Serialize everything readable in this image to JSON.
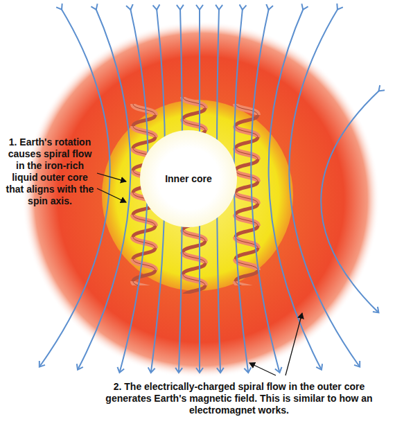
{
  "diagram": {
    "nodes": [
      {
        "text": [
          "Inner core"
        ]
      }
    ],
    "labels": [
      "1. Earth's rotation causes spiral flow in the iron-rich liquid outer core that aligns with the spin axis.",
      "2. The electrically-charged spiral flow in the outer core generates Earth's magnetic field. This is similar to how an electromagnet works."
    ]
  }
}
